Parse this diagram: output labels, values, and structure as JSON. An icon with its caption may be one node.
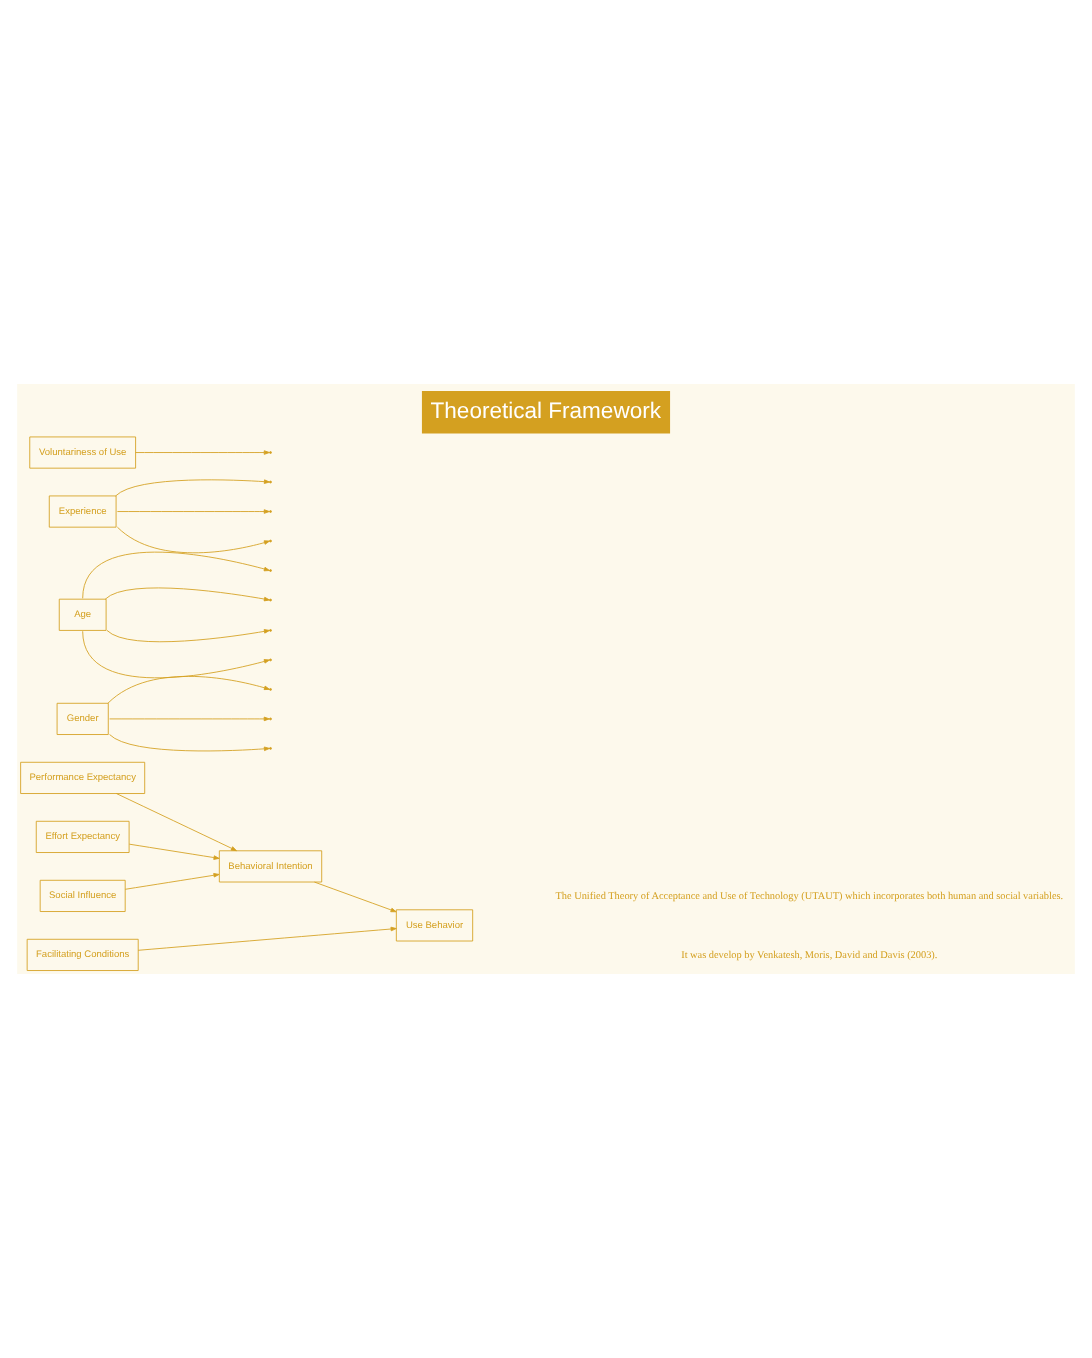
{
  "diagram": {
    "title": "Theoretical Framework",
    "nodes": [
      {
        "text": [
          "Performance Expectancy"
        ]
      },
      {
        "text": [
          "Effort Expectancy"
        ]
      },
      {
        "text": [
          "Social Influence"
        ]
      },
      {
        "text": [
          "Facilitating Conditions"
        ]
      },
      {
        "text": [
          "Behavioral Intention"
        ]
      },
      {
        "text": [
          "Use Behavior"
        ]
      },
      {
        "text": [
          "Gender"
        ]
      },
      {
        "text": [
          "Age"
        ]
      },
      {
        "text": [
          "Experience"
        ]
      },
      {
        "text": [
          "Voluntariness of Use"
        ]
      }
    ],
    "edges": [
      {
        "from": 0,
        "to": 4,
        "arrow": "to"
      },
      {
        "from": 1,
        "to": 4,
        "arrow": "to"
      },
      {
        "from": 2,
        "to": 4,
        "arrow": "to"
      },
      {
        "from": 4,
        "to": 5,
        "arrow": "to"
      },
      {
        "from": 3,
        "to": 5,
        "arrow": "to"
      },
      {
        "from": 6,
        "to": null,
        "arrow": "to"
      },
      {
        "from": 6,
        "to": null,
        "arrow": "to"
      },
      {
        "from": 6,
        "to": null,
        "arrow": "to"
      },
      {
        "from": 7,
        "to": null,
        "arrow": "to"
      },
      {
        "from": 7,
        "to": null,
        "arrow": "to"
      },
      {
        "from": 7,
        "to": null,
        "arrow": "to"
      },
      {
        "from": 7,
        "to": null,
        "arrow": "to"
      },
      {
        "from": 8,
        "to": null,
        "arrow": "to"
      },
      {
        "from": 8,
        "to": null,
        "arrow": "to"
      },
      {
        "from": 8,
        "to": null,
        "arrow": "to"
      },
      {
        "from": 9,
        "to": null,
        "arrow": "to"
      }
    ],
    "labels": [
      "The Unified Theory of Acceptance and Use of Technology (UTAUT) which incorporates both human and social variables.",
      "It was develop by Venkatesh, Moris, David and Davis (2003)."
    ]
  }
}
